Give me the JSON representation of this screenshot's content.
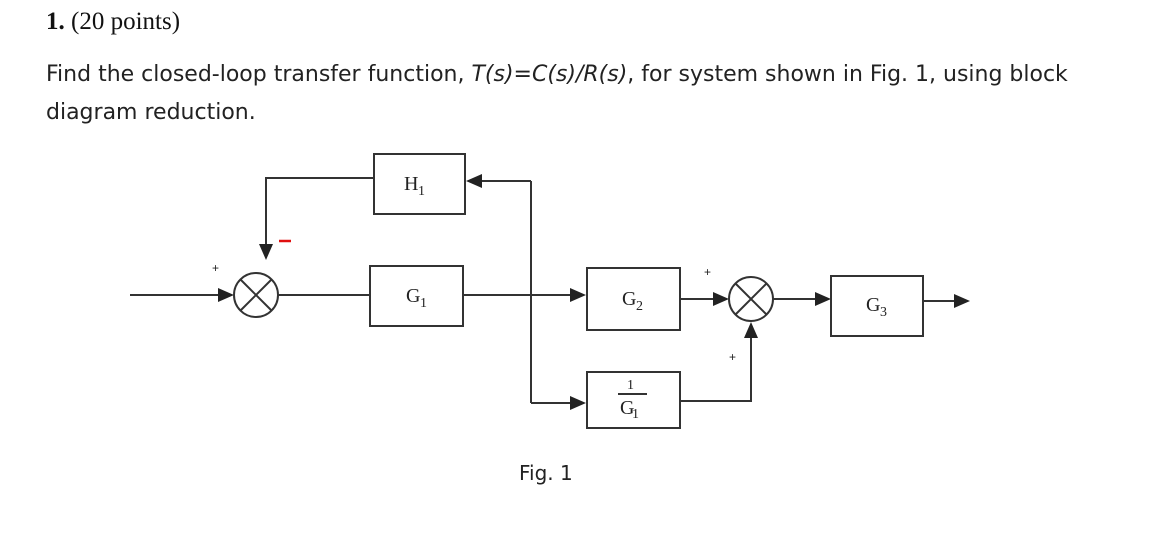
{
  "problem": {
    "number": "1.",
    "points": "(20 points)",
    "text_before": "Find the closed-loop transfer function, ",
    "transfer_function": "T(s)=C(s)/R(s)",
    "text_middle": ", for system shown in Fig. ",
    "fig_ref": "1",
    "text_after": ", using block diagram reduction."
  },
  "diagram": {
    "blocks": {
      "h1": {
        "letter": "H",
        "sub": "1"
      },
      "g1": {
        "letter": "G",
        "sub": "1"
      },
      "g2": {
        "letter": "G",
        "sub": "2"
      },
      "g3": {
        "letter": "G",
        "sub": "3"
      },
      "inv_g1": {
        "numerator": "1",
        "letter": "G",
        "sub": "1"
      }
    },
    "signs": {
      "sum1_input": "+",
      "sum1_feedback": "−",
      "sum2_input": "+",
      "sum2_lower": "+"
    },
    "caption": "Fig. 1"
  }
}
